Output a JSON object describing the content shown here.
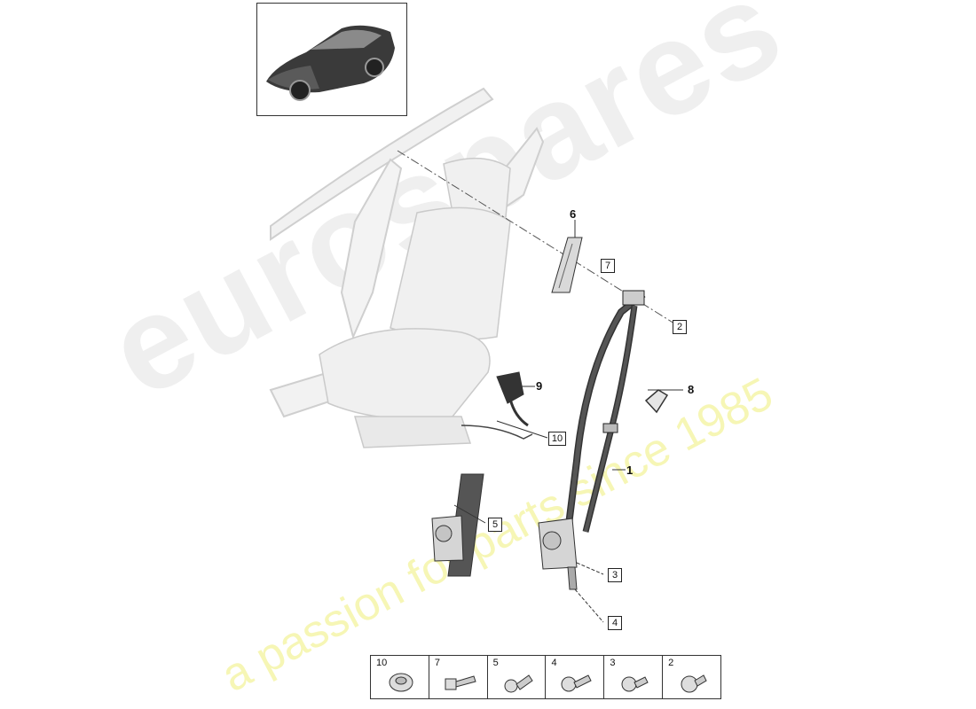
{
  "watermark": {
    "brand": "eurospares",
    "tagline": "a passion for parts since 1985"
  },
  "thumbnail": {
    "icon": "vehicle-suv-icon"
  },
  "callouts": [
    {
      "id": "1",
      "label": "1",
      "boxed": false
    },
    {
      "id": "2",
      "label": "2",
      "boxed": true
    },
    {
      "id": "3",
      "label": "3",
      "boxed": true
    },
    {
      "id": "4",
      "label": "4",
      "boxed": true
    },
    {
      "id": "5",
      "label": "5",
      "boxed": true
    },
    {
      "id": "6",
      "label": "6",
      "boxed": false
    },
    {
      "id": "7",
      "label": "7",
      "boxed": true
    },
    {
      "id": "8",
      "label": "8",
      "boxed": false
    },
    {
      "id": "9",
      "label": "9",
      "boxed": false
    },
    {
      "id": "10",
      "label": "10",
      "boxed": true
    }
  ],
  "legend": [
    {
      "label": "10",
      "icon": "round-head-bolt-icon"
    },
    {
      "label": "7",
      "icon": "hex-bolt-long-icon"
    },
    {
      "label": "5",
      "icon": "clip-fastener-icon"
    },
    {
      "label": "4",
      "icon": "hex-bolt-icon"
    },
    {
      "label": "3",
      "icon": "hex-bolt-short-icon"
    },
    {
      "label": "2",
      "icon": "shoulder-bolt-icon"
    }
  ]
}
